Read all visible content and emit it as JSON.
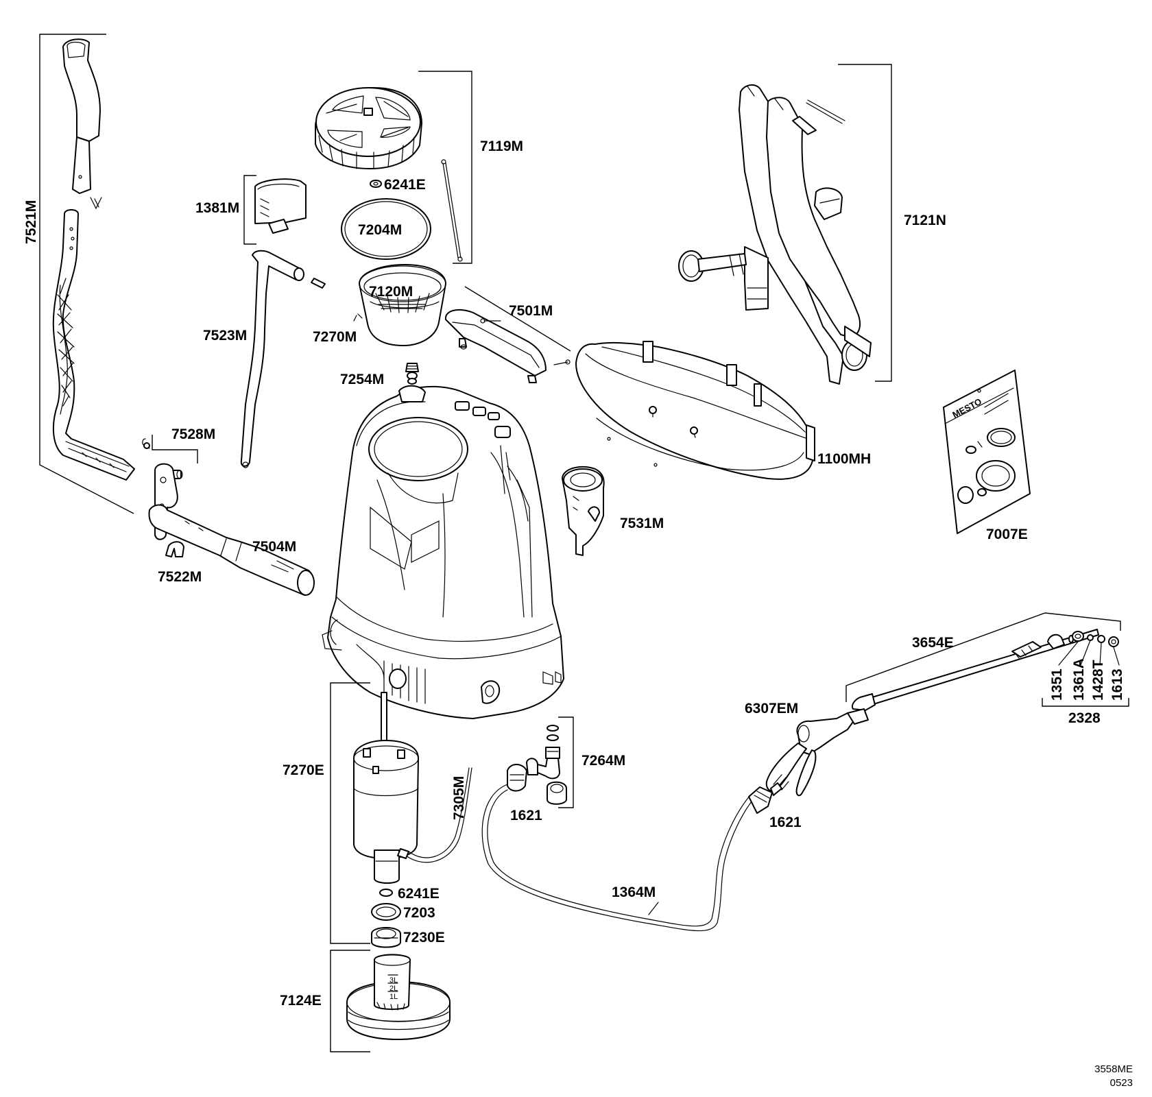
{
  "doc_ref": {
    "code": "3558ME",
    "date": "0523"
  },
  "labels": {
    "l7521M": "7521M",
    "l7119M": "7119M",
    "l6241E_top": "6241E",
    "l1381M": "1381M",
    "l7204M": "7204M",
    "l7120M": "7120M",
    "l7270M": "7270M",
    "l7501M": "7501M",
    "l7523M": "7523M",
    "l7254M": "7254M",
    "l7121N": "7121N",
    "l7528M": "7528M",
    "l1100MH": "1100MH",
    "l7007E": "7007E",
    "l7531M": "7531M",
    "l7504M": "7504M",
    "l7522M": "7522M",
    "l3654E": "3654E",
    "l1351": "1351",
    "l1361A": "1361A",
    "l1428T": "1428T",
    "l1613": "1613",
    "l2328": "2328",
    "l6307EM": "6307EM",
    "l7270E": "7270E",
    "l7264M": "7264M",
    "l7305M": "7305M",
    "l1621_left": "1621",
    "l1621_right": "1621",
    "l1364M": "1364M",
    "l6241E_bottom": "6241E",
    "l7203": "7203",
    "l7230E": "7230E",
    "l7124E": "7124E"
  },
  "kit_card": {
    "brand": "MESTO"
  },
  "measuring_cup": {
    "marks": [
      "3L",
      "2L",
      "1L"
    ]
  }
}
